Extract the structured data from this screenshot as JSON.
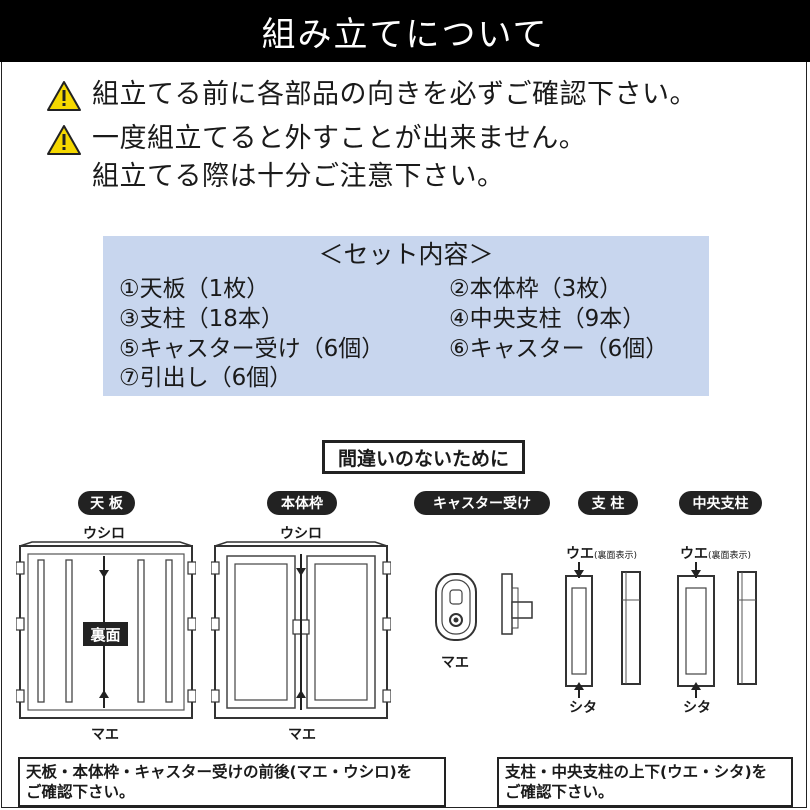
{
  "header": {
    "title": "組み立てについて"
  },
  "warnings": [
    {
      "icon": "warning-icon",
      "lines": [
        "組立てる前に各部品の向きを必ずご確認下さい。"
      ]
    },
    {
      "icon": "warning-icon",
      "lines": [
        "一度組立てると外すことが出来ません。",
        "組立てる際は十分ご注意下さい。"
      ]
    }
  ],
  "set_contents": {
    "title": "＜セット内容＞",
    "items": [
      "①天板（1枚）",
      "②本体枠（3枚）",
      "③支柱（18本）",
      "④中央支柱（9本）",
      "⑤キャスター受け（6個）",
      "⑥キャスター（6個）",
      "⑦引出し（6個）"
    ]
  },
  "callout": "間違いのないために",
  "parts": {
    "tenban": {
      "label": "天 板",
      "back_label": "ウシロ",
      "front_label": "マエ",
      "reverse_label": "裏面"
    },
    "hontai": {
      "label": "本体枠",
      "back_label": "ウシロ",
      "front_label": "マエ"
    },
    "caster": {
      "label": "キャスター受け",
      "front_label": "マエ"
    },
    "shichu": {
      "label": "支 柱",
      "top_label": "ウエ",
      "top_note": "(裏面表示)",
      "bottom_label": "シタ"
    },
    "chuo": {
      "label": "中央支柱",
      "top_label": "ウエ",
      "top_note": "(裏面表示)",
      "bottom_label": "シタ"
    }
  },
  "notes": {
    "left": [
      "天板・本体枠・キャスター受けの前後(マエ・ウシロ)を",
      "ご確認下さい。"
    ],
    "right": [
      "支柱・中央支柱の上下(ウエ・シタ)を",
      "ご確認下さい。"
    ]
  },
  "colors": {
    "header_bg": "#000000",
    "setbox_bg": "#c8d6ee",
    "warning_fill": "#f5d800"
  }
}
